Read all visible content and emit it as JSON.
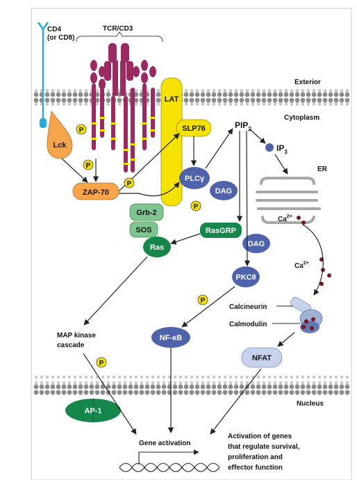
{
  "labels": {
    "cd4": "CD4",
    "cd8": "(or CD8)",
    "tcr_cd3": "TCR/CD3",
    "exterior": "Exterior",
    "cytoplasm": "Cytoplasm",
    "er": "ER",
    "nucleus": "Nucleus",
    "pip2": "PIP",
    "pip2_sub": "2",
    "ip3": "IP",
    "ip3_sub": "3",
    "ca_er": "Ca",
    "ca_er_sup": "2+",
    "ca_cyto": "Ca",
    "ca_cyto_sup": "2+",
    "calcineurin": "Calcineurin",
    "calmodulin": "Calmodulin",
    "map_kinase_1": "MAP kinase",
    "map_kinase_2": "cascade",
    "gene_activation": "Gene activation",
    "activation_text_1": "Activation of genes",
    "activation_text_2": "that regulate survival,",
    "activation_text_3": "proliferation and",
    "activation_text_4": "effector function"
  },
  "nodes": {
    "lck": "Lck",
    "zap70": "ZAP-70",
    "lat": "LAT",
    "slp76": "SLP76",
    "plcg": "PLCγ",
    "dag1": "DAG",
    "dag2": "DAG",
    "grb2": "Grb-2",
    "sos": "SOS",
    "rasgrp": "RasGRP",
    "ras": "Ras",
    "pkc": "PKCθ",
    "nfkb": "NF-κB",
    "nfat": "NFAT",
    "ap1": "AP-1",
    "phospho": "P"
  },
  "colors": {
    "membrane": "#8a8a8a",
    "cd4": "#29a8e0",
    "tcr": "#9c2a62",
    "itam": "#f5e400",
    "lck": "#f6a54a",
    "lat": "#f6e200",
    "blue_node": "#4f63ad",
    "light_green": "#7fc58f",
    "dark_green": "#16874a",
    "nfat": "#c7d3ec",
    "er": "#a8a8a8",
    "calcium": "#7d1418"
  }
}
